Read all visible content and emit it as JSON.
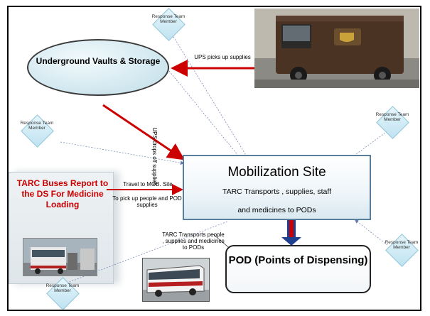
{
  "nodes": {
    "storage": "Underground Vaults & Storage",
    "mobilization": {
      "title": "Mobilization Site",
      "line1": "TARC Transports , supplies, staff",
      "line2": "and medicines  to PODs"
    },
    "pod": "POD (Points of Dispensing)",
    "tarc_buses": "TARC Buses Report to the DS For Medicine Loading"
  },
  "edge_labels": {
    "ups_pickup": "UPS picks up supplies",
    "ups_dropoff": "UPS drops off supplies",
    "travel_mob": "Travel to MOB. Site",
    "pickup_people": "To pick up people and POD supplies",
    "tarc_transports": "TARC Transports people , supplies and medicines  to PODs"
  },
  "response_member_label": "Response Team Member",
  "colors": {
    "arrow_red": "#cc0000",
    "pod_arrow_blue": "#1f3f8f",
    "tarc_text_red": "#cc0000",
    "dotted_line": "#6b7fae"
  }
}
